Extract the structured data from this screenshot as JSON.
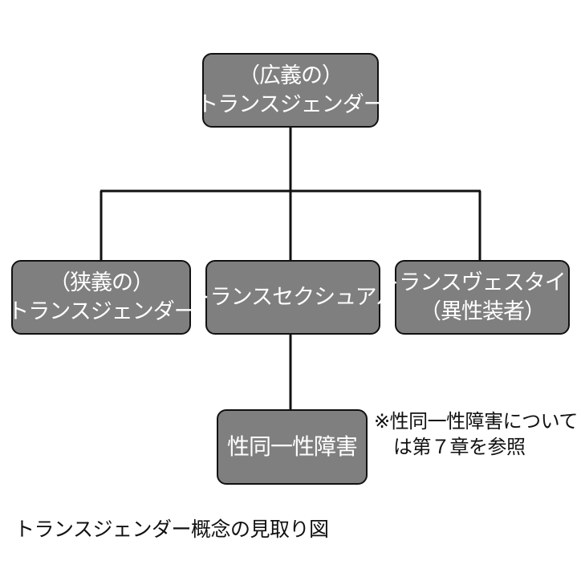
{
  "diagram": {
    "nodes": {
      "root": {
        "line1": "（広義の）",
        "line2": "トランスジェンダー"
      },
      "left": {
        "line1": "（狭義の）",
        "line2": "トランスジェンダー"
      },
      "mid": {
        "line1": "トランスセクシュアル"
      },
      "right": {
        "line1": "トランスヴェスタイト",
        "line2": "（異性装者）"
      },
      "gid": {
        "line1": "性同一性障害"
      }
    },
    "note": {
      "line1": "※性同一性障害について",
      "line2": "は第７章を参照"
    },
    "caption": "トランスジェンダー概念の見取り図",
    "colors": {
      "box_fill": "#7f7f7f",
      "box_text": "#ffffff",
      "line": "#111111"
    }
  }
}
